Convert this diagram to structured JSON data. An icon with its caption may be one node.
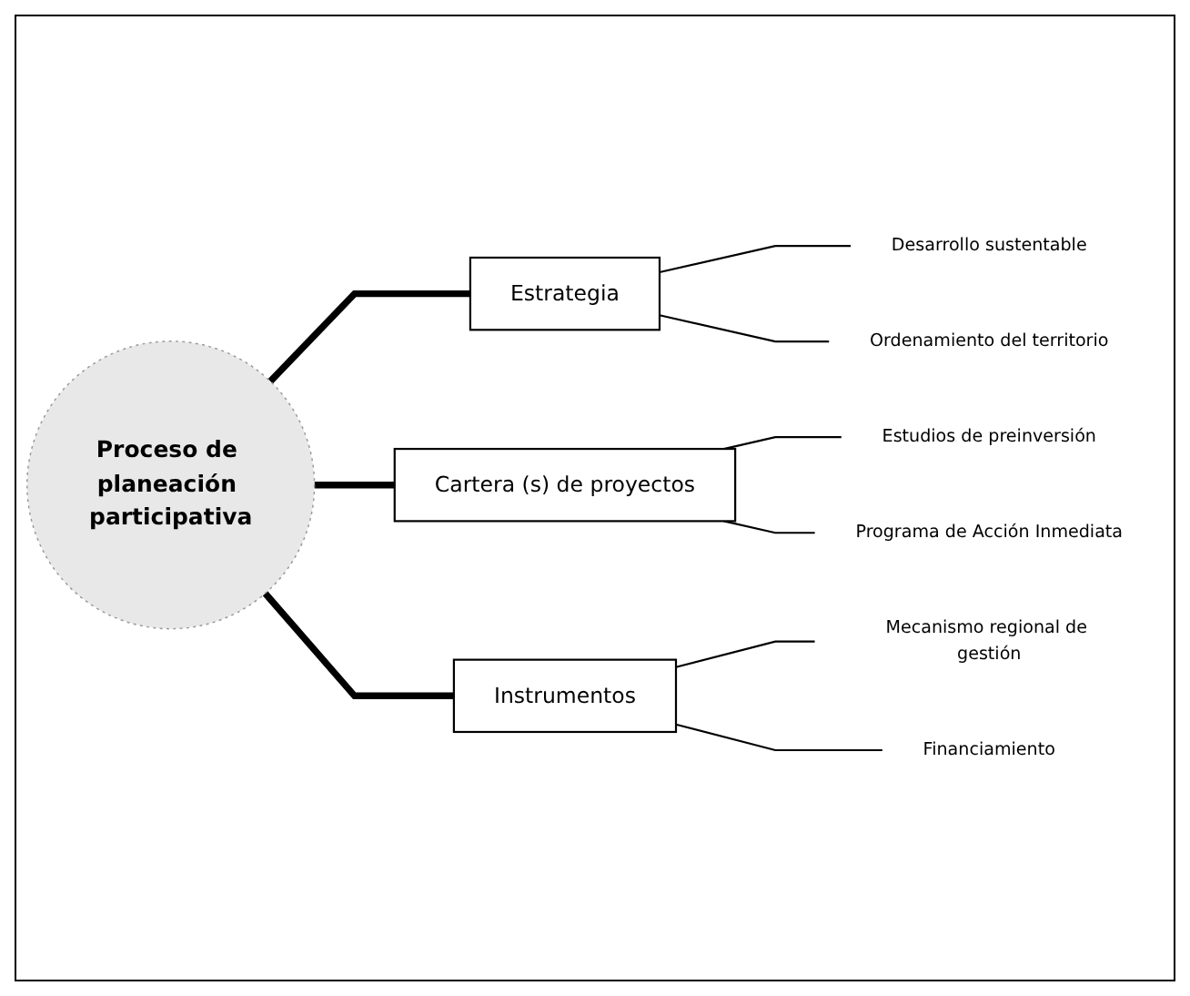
{
  "diagram": {
    "nodes": [
      {
        "text": [
          "Proceso de planeación participativa"
        ]
      },
      {
        "text": [
          "Estrategia"
        ]
      },
      {
        "text": [
          "Desarrollo sustentable"
        ]
      },
      {
        "text": [
          "Ordenamiento del territorio"
        ]
      },
      {
        "text": [
          "Cartera (s) de proyectos"
        ]
      },
      {
        "text": [
          "Estudios de preinversión"
        ]
      },
      {
        "text": [
          "Programa de Acción Inmediata"
        ]
      },
      {
        "text": [
          "Instrumentos"
        ]
      },
      {
        "text": [
          "Mecanismo regional de gestión"
        ]
      },
      {
        "text": [
          "Financiamiento"
        ]
      }
    ],
    "edges": [
      {
        "from": 0,
        "to": 1,
        "arrow": "none",
        "style": "thick"
      },
      {
        "from": 0,
        "to": 4,
        "arrow": "none",
        "style": "thick"
      },
      {
        "from": 0,
        "to": 7,
        "arrow": "none",
        "style": "thick"
      },
      {
        "from": 1,
        "to": 2,
        "arrow": "none"
      },
      {
        "from": 1,
        "to": 3,
        "arrow": "none"
      },
      {
        "from": 4,
        "to": 5,
        "arrow": "none"
      },
      {
        "from": 4,
        "to": 6,
        "arrow": "none"
      },
      {
        "from": 7,
        "to": 8,
        "arrow": "none"
      },
      {
        "from": 7,
        "to": 9,
        "arrow": "none"
      }
    ]
  }
}
